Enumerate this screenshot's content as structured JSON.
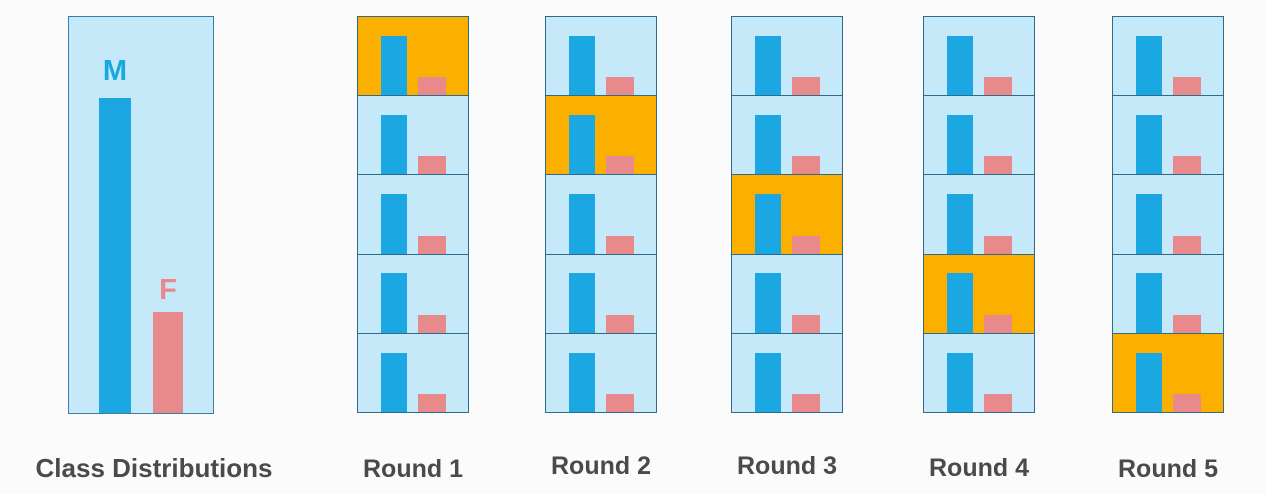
{
  "colors": {
    "male": "#1BA7E2",
    "female": "#E8898B",
    "highlight": "#FBB000",
    "fold_background": "#C6E9FA",
    "border": "#2F6B8B",
    "label_text": "#4A4A4A",
    "page_background": "#FBFBFB"
  },
  "class_panel": {
    "label": "Class Distributions",
    "bars": [
      {
        "label": "M",
        "class": "male",
        "height_pct": "79.5%"
      },
      {
        "label": "F",
        "class": "female",
        "height_pct": "25.5%"
      }
    ]
  },
  "fold_bars": [
    {
      "label": "M",
      "class": "male",
      "height_pct": "76%"
    },
    {
      "label": "F",
      "class": "female",
      "height_pct": "23%"
    }
  ],
  "rounds": [
    {
      "label": "Round 1",
      "num_folds": 5,
      "highlighted_fold": 1
    },
    {
      "label": "Round 2",
      "num_folds": 5,
      "highlighted_fold": 2
    },
    {
      "label": "Round 3",
      "num_folds": 5,
      "highlighted_fold": 3
    },
    {
      "label": "Round 4",
      "num_folds": 5,
      "highlighted_fold": 4
    },
    {
      "label": "Round 5",
      "num_folds": 5,
      "highlighted_fold": 5
    }
  ],
  "chart_data": {
    "type": "bar",
    "title": "Class Distributions",
    "categories": [
      "M",
      "F"
    ],
    "values": [
      0.8,
      0.25
    ],
    "ylim": [
      0,
      1
    ],
    "note_values_are": "relative bar heights (no axes shown); same M:F ratio repeated in every fold of every round"
  }
}
